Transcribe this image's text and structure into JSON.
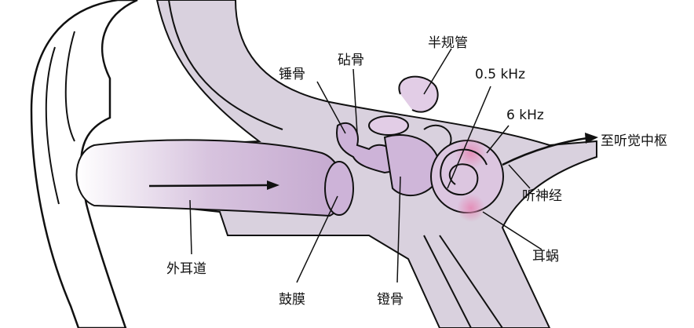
{
  "labels": {
    "malleus": "锤骨",
    "incus": "砧骨",
    "semicircular_canals": "半规管",
    "freq_low": "0.5 kHz",
    "freq_high": "6 kHz",
    "to_auditory_center": "至听觉中枢",
    "auditory_nerve": "听神经",
    "cochlea": "耳蜗",
    "ear_canal": "外耳道",
    "eardrum": "鼓膜",
    "stapes": "镫骨"
  },
  "colors": {
    "tissue": "#d9d1de",
    "canal": "#c9b3d3",
    "inner_ear": "#dcc6e0",
    "highlight": "#e7a8c8",
    "outline": "#111111"
  }
}
